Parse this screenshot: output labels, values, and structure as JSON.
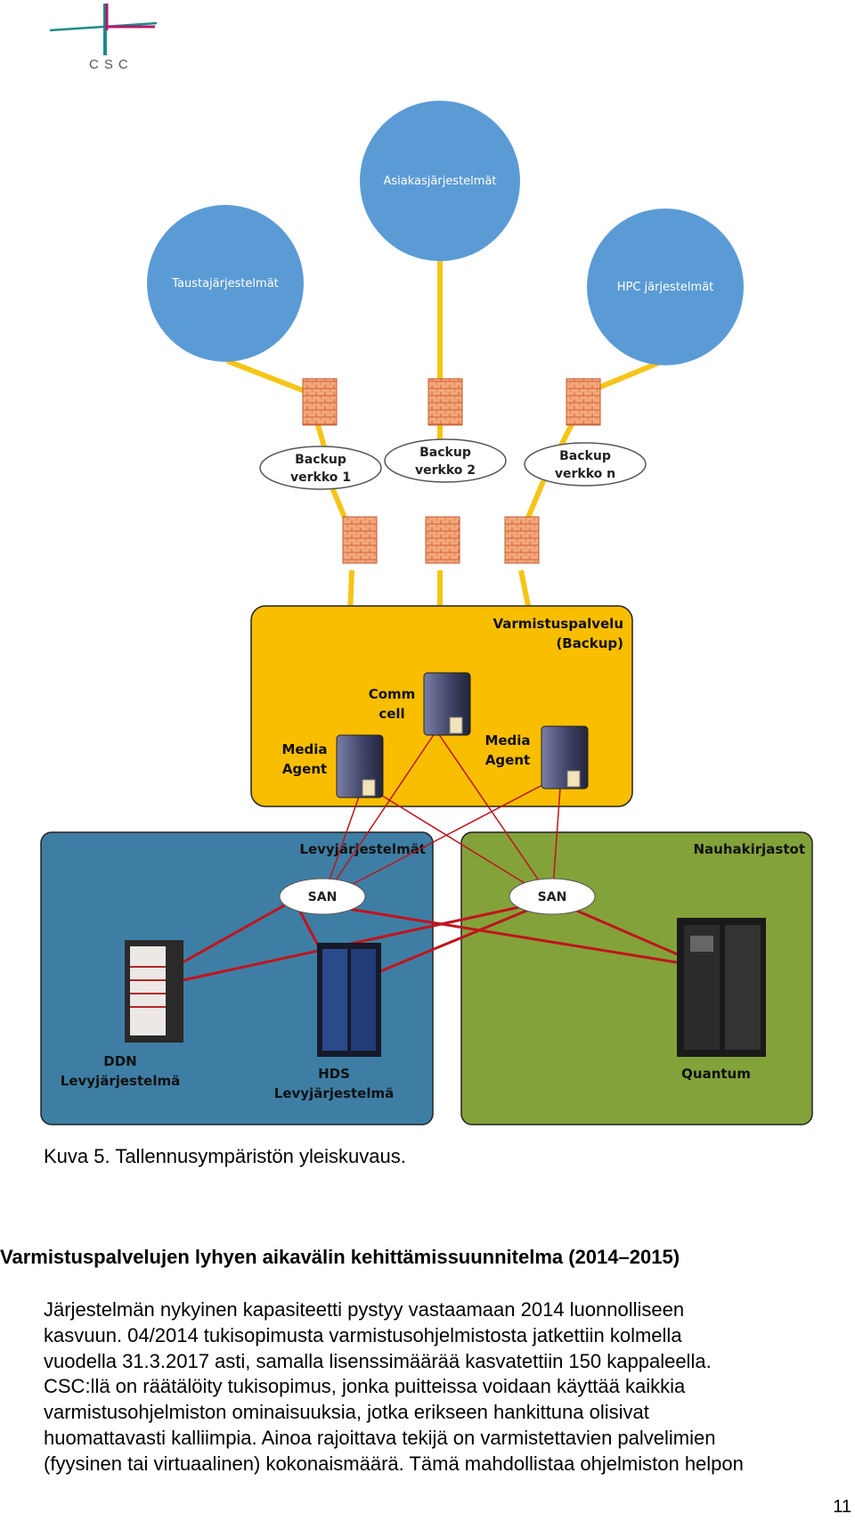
{
  "logo": {
    "text": "CSC"
  },
  "diagram": {
    "nodes": {
      "asiakas": "Asiakasjärjestelmät",
      "tausta": "Taustajärjestelmät",
      "hpc": "HPC järjestelmät"
    },
    "networks": [
      {
        "line1": "Backup",
        "line2": "verkko 1"
      },
      {
        "line1": "Backup",
        "line2": "verkko 2"
      },
      {
        "line1": "Backup",
        "line2": "verkko n"
      }
    ],
    "backup_box": {
      "title_line1": "Varmistuspalvelu",
      "title_line2": "(Backup)"
    },
    "commcell": {
      "line1": "Comm",
      "line2": "cell"
    },
    "media_agent_left": {
      "line1": "Media",
      "line2": "Agent"
    },
    "media_agent_right": {
      "line1": "Media",
      "line2": "Agent"
    },
    "disk_box": {
      "title": "Levyjärjestelmät"
    },
    "tape_box": {
      "title": "Nauhakirjastot"
    },
    "san_left": "SAN",
    "san_right": "SAN",
    "ddn": {
      "line1": "DDN",
      "line2": "Levyjärjestelmä"
    },
    "hds": {
      "line1": "HDS",
      "line2": "Levyjärjestelmä"
    },
    "quantum": "Quantum",
    "colors": {
      "circle": "#5b9bd5",
      "link": "#f5c518",
      "backup_box": "#f9be00",
      "disk_box": "#3e7ea4",
      "tape_box": "#83a23a",
      "san_link": "#c0141c"
    }
  },
  "caption": "Kuva 5. Tallennusympäristön yleiskuvaus.",
  "heading": "Varmistuspalvelujen lyhyen aikavälin kehittämissuunnitelma (2014–2015)",
  "paragraph_lines": [
    "Järjestelmän nykyinen kapasiteetti pystyy vastaamaan 2014 luonnolliseen",
    "kasvuun. 04/2014 tukisopimusta varmistusohjelmistosta jatkettiin kolmella",
    "vuodella 31.3.2017 asti, samalla lisenssimäärää kasvatettiin 150 kappaleella.",
    "CSC:llä on räätälöity tukisopimus, jonka puitteissa voidaan käyttää kaikkia",
    "varmistusohjelmiston ominaisuuksia, jotka erikseen hankittuna olisivat",
    "huomattavasti kalliimpia. Ainoa rajoittava tekijä on varmistettavien palvelimien",
    "(fyysinen tai virtuaalinen) kokonaismäärä. Tämä mahdollistaa ohjelmiston helpon"
  ],
  "page_number": "11"
}
